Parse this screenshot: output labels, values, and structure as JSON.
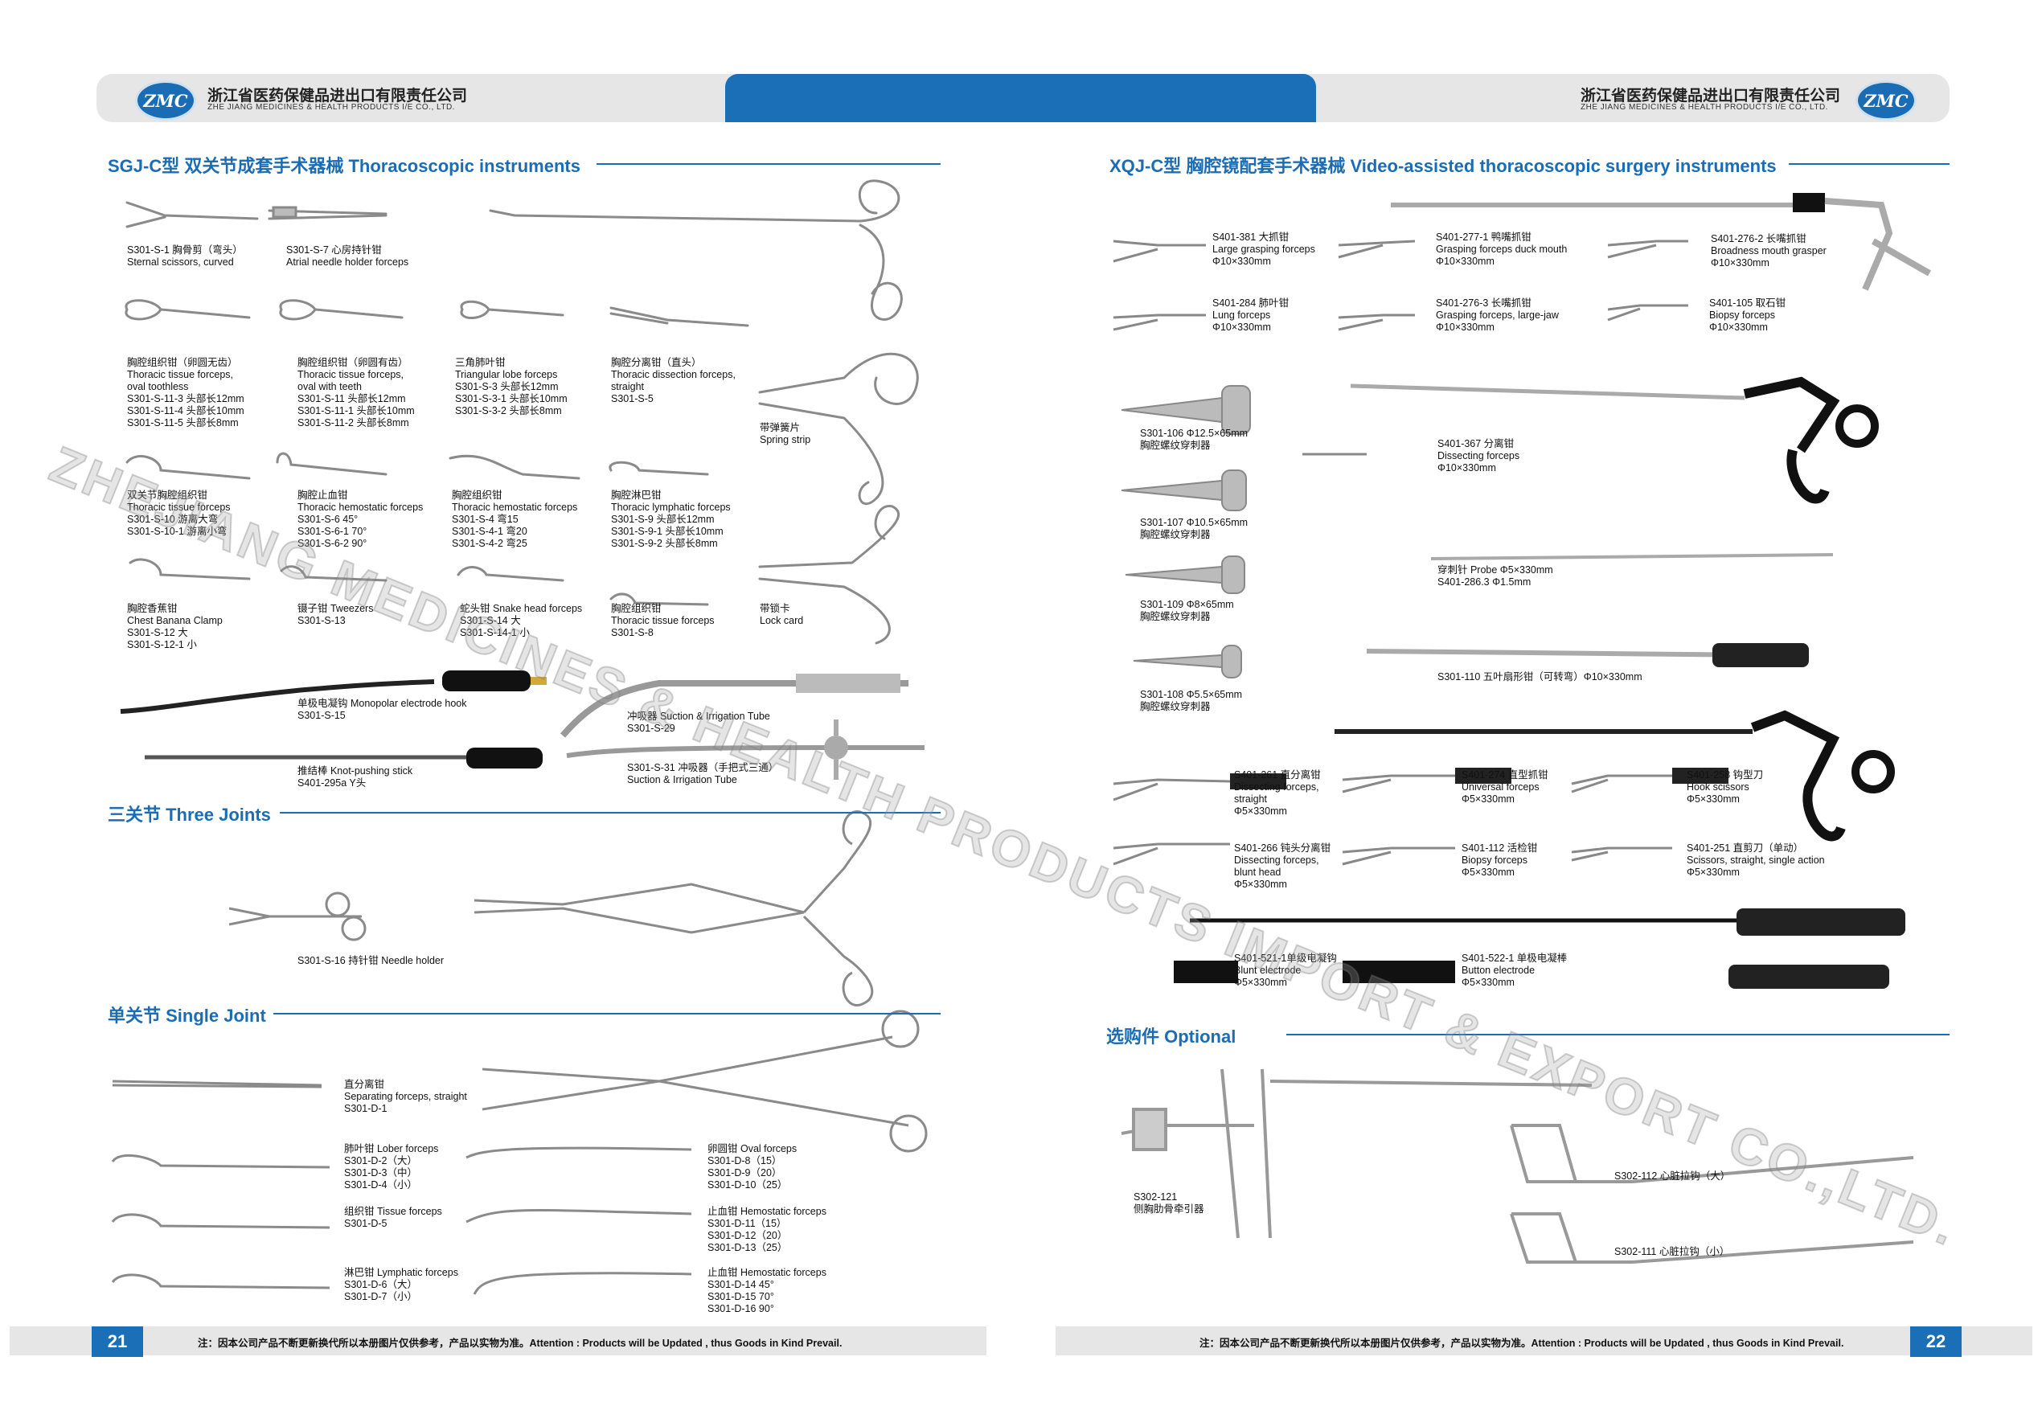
{
  "header": {
    "company_cn": "浙江省医药保健品进出口有限责任公司",
    "company_en": "ZHE JIANG MEDICINES & HEALTH PRODUCTS I/E CO., LTD.",
    "logo_text": "ZMC",
    "brand_color": "#1b6fb7"
  },
  "left": {
    "section1": "SGJ-C型 双关节成套手术器械 Thoracoscopic instruments",
    "section2": "三关节 Three Joints",
    "section3": "单关节 Single Joint",
    "items": {
      "sternal": "S301-S-1 胸骨剪（弯头）\nSternal scissors, curved",
      "atrial": "S301-S-7 心房持针钳\nAtrial needle holder forceps",
      "oval_toothless": "胸腔组织钳（卵圆无齿）\nThoracic tissue forceps,\noval toothless\nS301-S-11-3 头部长12mm\nS301-S-11-4 头部长10mm\nS301-S-11-5 头部长8mm",
      "oval_teeth": "胸腔组织钳（卵圆有齿）\nThoracic tissue forceps,\noval with teeth\nS301-S-11 头部长12mm\nS301-S-11-1 头部长10mm\nS301-S-11-2 头部长8mm",
      "triangular": "三角肺叶钳\nTriangular lobe forceps\nS301-S-3 头部长12mm\nS301-S-3-1 头部长10mm\nS301-S-3-2 头部长8mm",
      "dissection": "胸腔分离钳（直头）\nThoracic dissection forceps,\nstraight\nS301-S-5",
      "spring": "带弹簧片\nSpring strip",
      "tissue_joint": "双关节胸腔组织钳\nThoracic tissue forceps\nS301-S-10 游离大弯\nS301-S-10-1 游离小弯",
      "hemostatic1": "胸腔止血钳\nThoracic hemostatic forceps\nS301-S-6 45°\nS301-S-6-1 70°\nS301-S-6-2 90°",
      "hemostatic2": "胸腔组织钳\nThoracic hemostatic forceps\nS301-S-4 弯15\nS301-S-4-1 弯20\nS301-S-4-2 弯25",
      "lymphatic": "胸腔淋巴钳\nThoracic lymphatic forceps\nS301-S-9 头部长12mm\nS301-S-9-1 头部长10mm\nS301-S-9-2 头部长8mm",
      "banana": "胸腔香蕉钳\nChest Banana Clamp\nS301-S-12 大\nS301-S-12-1 小",
      "tweezers": "镊子钳 Tweezers\nS301-S-13",
      "snake": "蛇头钳 Snake head forceps\nS301-S-14 大\nS301-S-14-1 小",
      "tissue8": "胸腔组织钳\nThoracic tissue forceps\nS301-S-8",
      "lock": "带锁卡\nLock card",
      "monopolar": "单极电凝钩 Monopolar electrode hook\nS301-S-15",
      "suction1": "冲吸器 Suction & Irrigation Tube\nS301-S-29",
      "knot": "推结棒 Knot-pushing stick\nS401-295a Y头",
      "suction2": "S301-S-31 冲吸器（手把式三通）\nSuction & Irrigation Tube",
      "needle": "S301-S-16 持针钳 Needle holder",
      "separating": "直分离钳\nSeparating forceps, straight\nS301-D-1",
      "lober": "肺叶钳 Lober forceps\nS301-D-2（大）\nS301-D-3（中）\nS301-D-4（小）",
      "oval": "卵圆钳 Oval forceps\nS301-D-8（15）\nS301-D-9（20）\nS301-D-10（25）",
      "tissue_d": "组织钳 Tissue forceps\nS301-D-5",
      "hemo_d1": "止血钳 Hemostatic forceps\nS301-D-11（15）\nS301-D-12（20）\nS301-D-13（25）",
      "lymph_d": "淋巴钳 Lymphatic forceps\nS301-D-6（大）\nS301-D-7（小）",
      "hemo_d2": "止血钳 Hemostatic forceps\nS301-D-14 45°\nS301-D-15 70°\nS301-D-16 90°"
    }
  },
  "right": {
    "section1": "XQJ-C型 胸腔镜配套手术器械 Video-assisted thoracoscopic surgery instruments",
    "section2": "选购件 Optional",
    "items": {
      "s381": "S401-381 大抓钳\nLarge grasping forceps\nΦ10×330mm",
      "s277": "S401-277-1 鸭嘴抓钳\nGrasping forceps duck mouth\nΦ10×330mm",
      "s276_2": "S401-276-2 长嘴抓钳\nBroadness mouth grasper\nΦ10×330mm",
      "s284": "S401-284 肺叶钳\nLung forceps\nΦ10×330mm",
      "s276_3": "S401-276-3 长嘴抓钳\nGrasping forceps, large-jaw\nΦ10×330mm",
      "s105": "S401-105 取石钳\nBiopsy forceps\nΦ10×330mm",
      "s106": "S301-106 Φ12.5×65mm\n胸腔螺纹穿刺器",
      "s367": "S401-367 分离钳\nDissecting forceps\nΦ10×330mm",
      "s107": "S301-107 Φ10.5×65mm\n胸腔螺纹穿刺器",
      "probe": "穿刺针 Probe Φ5×330mm\nS401-286.3 Φ1.5mm",
      "s109": "S301-109 Φ8×65mm\n胸腔螺纹穿刺器",
      "s108": "S301-108 Φ5.5×65mm\n胸腔螺纹穿刺器",
      "s110": "S301-110 五叶扇形钳（可转弯）Φ10×330mm",
      "s261": "S401-261 直分离钳\nDissecting forceps,\nstraight\nΦ5×330mm",
      "s274": "S401-274 直型抓钳\nUniversal forceps\nΦ5×330mm",
      "s258": "S401-258 钩型刀\nHook scissors\nΦ5×330mm",
      "s266": "S401-266 钝头分离钳\nDissecting forceps,\nblunt head\nΦ5×330mm",
      "s112": "S401-112 活检钳\nBiopsy forceps\nΦ5×330mm",
      "s251": "S401-251 直剪刀（单动）\nScissors, straight, single action\nΦ5×330mm",
      "s521": "S401-521-1单级电凝钩\nBlunt electrode\nΦ5×330mm",
      "s522": "S401-522-1 单极电凝棒\nButton electrode\nΦ5×330mm",
      "s121": "S302-121\n侧胸肋骨牵引器",
      "s112_big": "S302-112 心脏拉钩（大）",
      "s111_small": "S302-111 心脏拉钩（小）"
    }
  },
  "footer": {
    "page_left": "21",
    "page_right": "22",
    "note": "注：因本公司产品不断更新换代所以本册图片仅供参考，产品以实物为准。Attention : Products will be Updated , thus Goods in Kind Prevail."
  },
  "watermark": "ZHEJIANG MEDICINES & HEALTH PRODUCTS IMPORT & EXPORT CO.,LTD."
}
